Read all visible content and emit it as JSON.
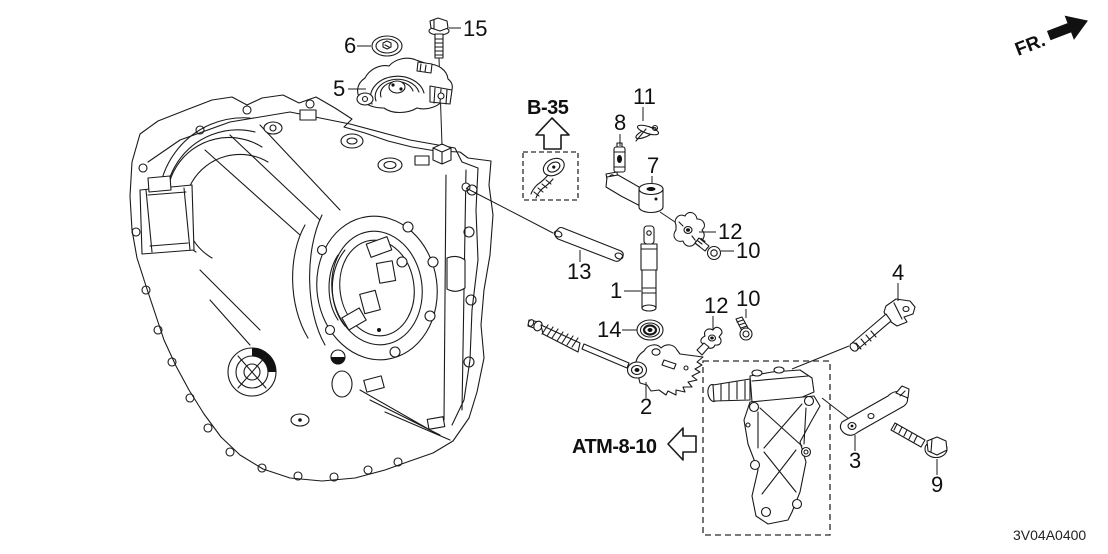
{
  "diagram": {
    "code": "3V04A0400",
    "direction": "FR.",
    "refs": {
      "b35": "B-35",
      "atm": "ATM-8-10"
    },
    "callouts": [
      {
        "label": "15"
      },
      {
        "label": "6"
      },
      {
        "label": "5"
      },
      {
        "label": "11"
      },
      {
        "label": "8"
      },
      {
        "label": "7"
      },
      {
        "label": "12"
      },
      {
        "label": "10"
      },
      {
        "label": "13"
      },
      {
        "label": "1"
      },
      {
        "label": "14"
      },
      {
        "label": "12"
      },
      {
        "label": "10"
      },
      {
        "label": "2"
      },
      {
        "label": "4"
      },
      {
        "label": "3"
      },
      {
        "label": "9"
      }
    ]
  }
}
